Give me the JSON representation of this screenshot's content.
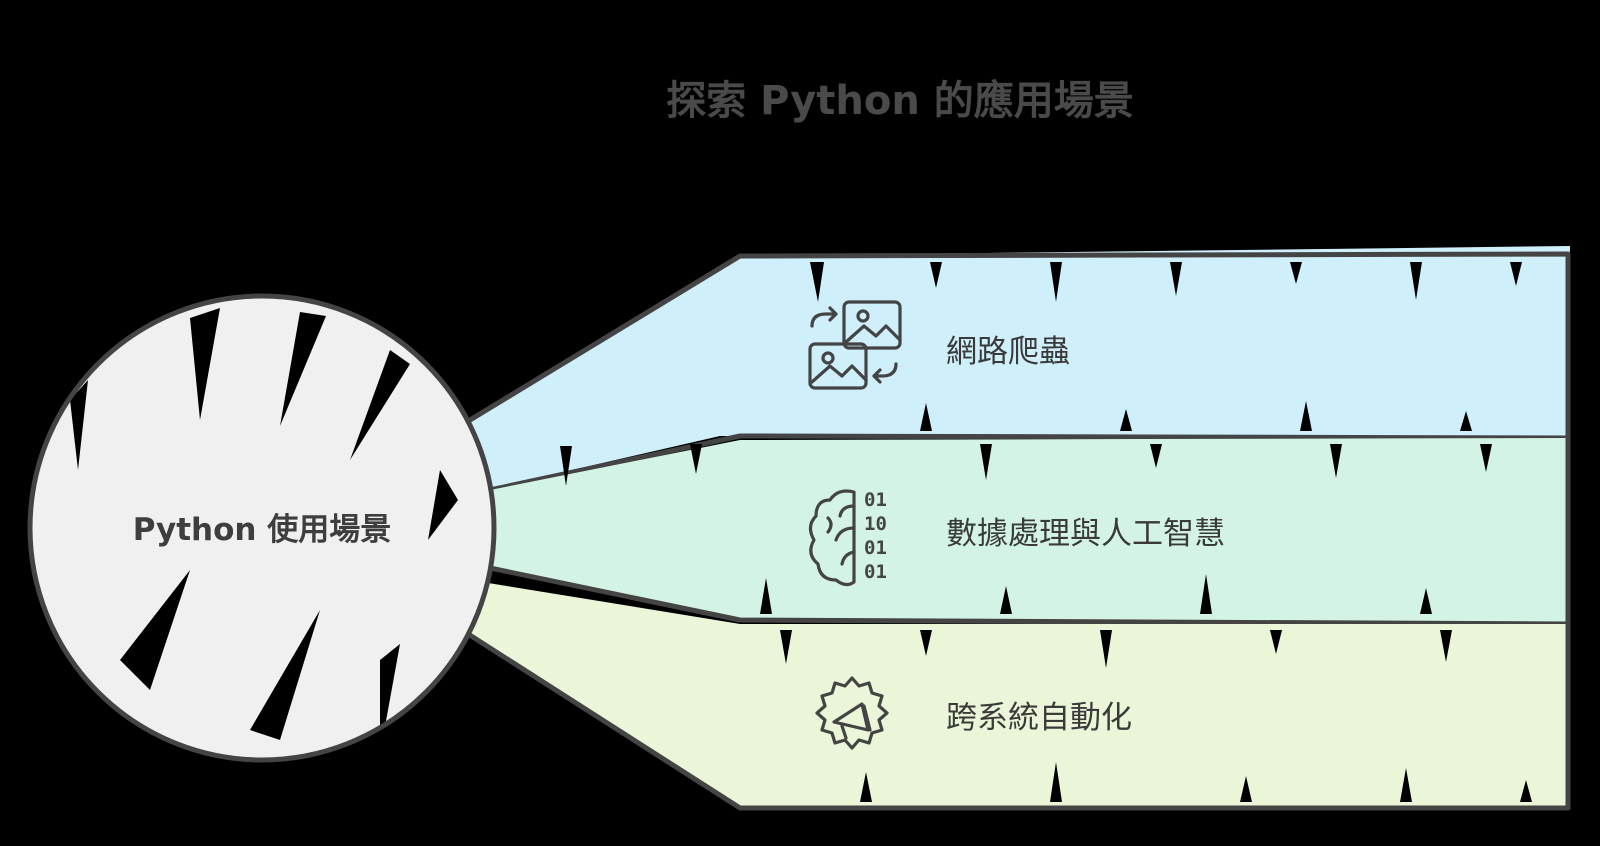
{
  "title": "探索 Python 的應用場景",
  "center": {
    "label": "Python 使用場景"
  },
  "branches": [
    {
      "label": "網路爬蟲",
      "icon": "image-exchange-icon",
      "color": "#cfeffb"
    },
    {
      "label": "數據處理與人工智慧",
      "icon": "brain-binary-icon",
      "color": "#d3f4e5"
    },
    {
      "label": "跨系統自動化",
      "icon": "gear-megaphone-icon",
      "color": "#ebf6d9"
    }
  ],
  "colors": {
    "background": "#000000",
    "center_fill": "#f0f0f0",
    "outline": "#444444",
    "text": "#3a3a3a"
  },
  "icon_text": {
    "binary_rows": [
      "01",
      "10",
      "01",
      "01"
    ]
  }
}
